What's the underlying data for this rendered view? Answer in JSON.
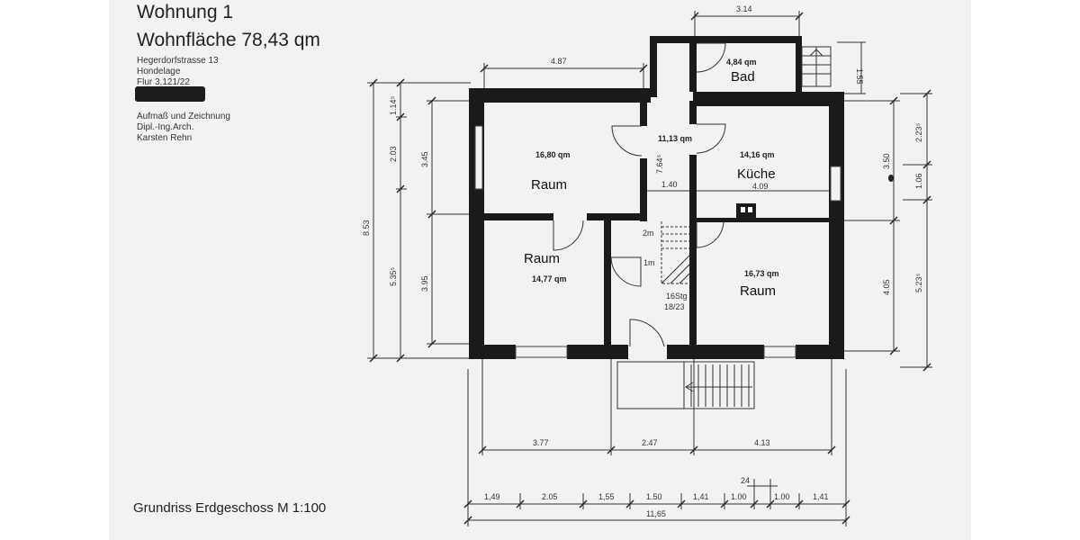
{
  "header": {
    "title": "Wohnung 1",
    "subtitle": "Wohnfläche 78,43 qm",
    "address": "Hegerdorfstrasse 13",
    "district": "Hondelage",
    "parcel": "Flur 3,121/22",
    "measure_label": "Aufmaß und Zeichnung",
    "author_title": "Dipl.-Ing.Arch.",
    "author_name": "Karsten Rehn"
  },
  "footer": {
    "caption": "Grundriss Erdgeschoss M 1:100"
  },
  "rooms": [
    {
      "name": "Raum",
      "area": "16,80 qm"
    },
    {
      "name": "Raum",
      "area": "14,77 qm"
    },
    {
      "name": "",
      "area": "11,13 qm"
    },
    {
      "name": "Bad",
      "area": "4,84 qm"
    },
    {
      "name": "Küche",
      "area": "14,16 qm"
    },
    {
      "name": "Raum",
      "area": "16,73 qm"
    }
  ],
  "stairs": {
    "steps": "16Stg",
    "ratio": "18/23",
    "mark_2m": "2m",
    "mark_1m": "1m"
  },
  "dimensions": {
    "top": [
      "3.14",
      "4.87",
      "1.55"
    ],
    "interior": [
      "7.64⁵",
      "1.40",
      "4.09"
    ],
    "left": [
      "8.53",
      "1.14⁵",
      "2.03",
      "5.35⁵",
      "3.45",
      "3.95"
    ],
    "right": [
      "3.50",
      "2.23⁵",
      "1.06",
      "4.05",
      "5.23⁵"
    ],
    "bottom_mid": [
      "3.77",
      "2.47",
      "4.13"
    ],
    "bottom_small": [
      "24"
    ],
    "bottom_row": [
      "1,49",
      "2.05",
      "1,55",
      "1.50",
      "1,41",
      "1.00",
      "1.00",
      "1,41"
    ],
    "bottom_total": [
      "11,65"
    ]
  }
}
